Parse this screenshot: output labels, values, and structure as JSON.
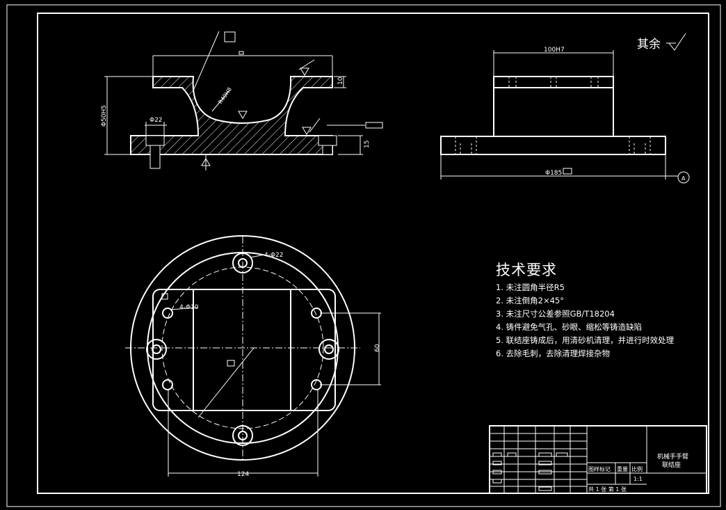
{
  "roughness_note": "其余",
  "dimensions": {
    "width_100": "100H7",
    "depth_150": "Φ50H5",
    "hole_22": "Φ22",
    "height_10": "10",
    "height_15": "15",
    "radius_r": "R40H8",
    "diameter_185": "Φ185",
    "bolt_holes_22": "4-Φ22",
    "bolt_holes_10": "4-Φ10",
    "width_124": "124",
    "height_60": "60"
  },
  "datum": "A",
  "tech_req": {
    "title": "技术要求",
    "items": [
      "1. 未注圆角半径R5",
      "2. 未注倒角2×45°",
      "3. 未注尺寸公差参照GB/T18204",
      "4. 铸件避免气孔、砂眼、缩松等铸造缺陷",
      "5. 联结座铸成后，用清砂机清理，并进行时效处理",
      "6. 去除毛刺，去除清理焊接杂物"
    ]
  },
  "title_block": {
    "part_name_1": "机械手手臂",
    "part_name_2": "联结座",
    "headers": [
      "图样标记",
      "重量",
      "比例"
    ],
    "scale": "1:1",
    "sheets": "共 1 张  第 1 张"
  }
}
